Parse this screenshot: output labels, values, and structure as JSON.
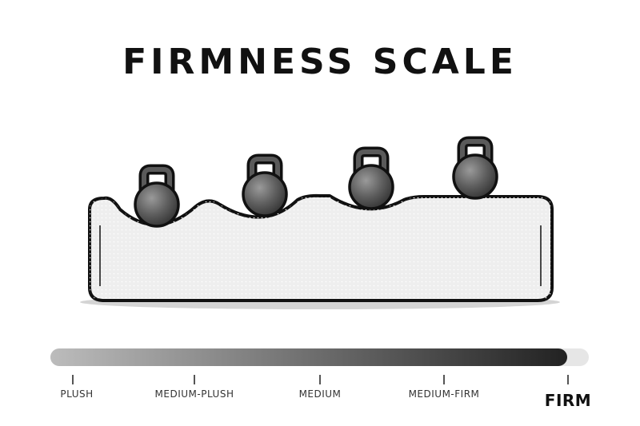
{
  "title": "FIRMNESS SCALE",
  "scale": {
    "labels": [
      "PLUSH",
      "MEDIUM-PLUSH",
      "MEDIUM",
      "MEDIUM-FIRM",
      "FIRM"
    ],
    "selected": "FIRM",
    "selected_index": 4,
    "level": 0.96
  },
  "illustration": {
    "objects": [
      "kettlebell-icon",
      "kettlebell-icon",
      "kettlebell-icon",
      "kettlebell-icon"
    ],
    "colors": {
      "foam": "#eeeeee",
      "outline": "#111111",
      "weight": "#555555",
      "shadow": "#d4d4d4",
      "bar_light": "#bcbcbc",
      "bar_dark": "#222222",
      "bar_track": "#e6e6e6"
    }
  }
}
